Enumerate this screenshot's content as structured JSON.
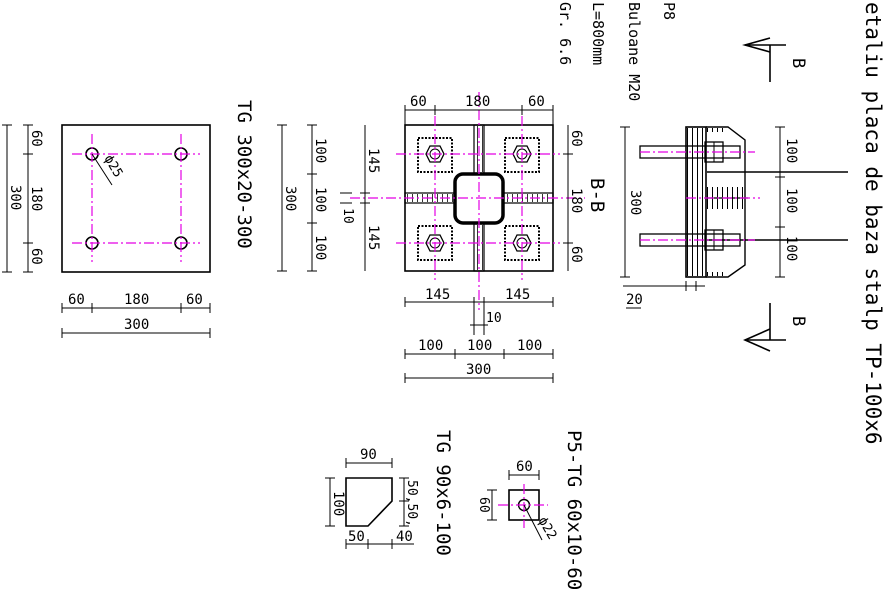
{
  "title": "etaliu placa de baza stalp TP-100x6",
  "notes": [
    "P8",
    "Buloane M20",
    "L=800mm",
    "Gr. 6.6"
  ],
  "section_mark": "B",
  "section_title": "B-B",
  "plate_label": "TG 300x20-300",
  "rib_label": "TG 90x6-100",
  "washer_label": "P5-TG 60x10-60",
  "section_dims": {
    "d1": "100",
    "d2": "100",
    "d3": "100",
    "h": "300",
    "t": "20"
  },
  "bb_dims": {
    "top": [
      "60",
      "180",
      "60"
    ],
    "right": [
      "60",
      "180",
      "60"
    ],
    "left": [
      "100",
      "100",
      "100",
      "300",
      "10",
      "145",
      "145"
    ],
    "bottom1": [
      "145",
      "145",
      "10"
    ],
    "bottom2": [
      "100",
      "100",
      "100"
    ],
    "bottom3": "300"
  },
  "plate_dims": {
    "left": [
      "60",
      "180",
      "60"
    ],
    "left_total": "300",
    "bottom": [
      "60",
      "180",
      "60"
    ],
    "bottom_total": "300",
    "hole": "ϕ25"
  },
  "rib_dims": {
    "top": "90",
    "left": "100",
    "right": "50,50,",
    "bottom": [
      "50",
      "40"
    ]
  },
  "washer_dims": {
    "top": "60",
    "left": "60",
    "hole": "ϕ22"
  }
}
